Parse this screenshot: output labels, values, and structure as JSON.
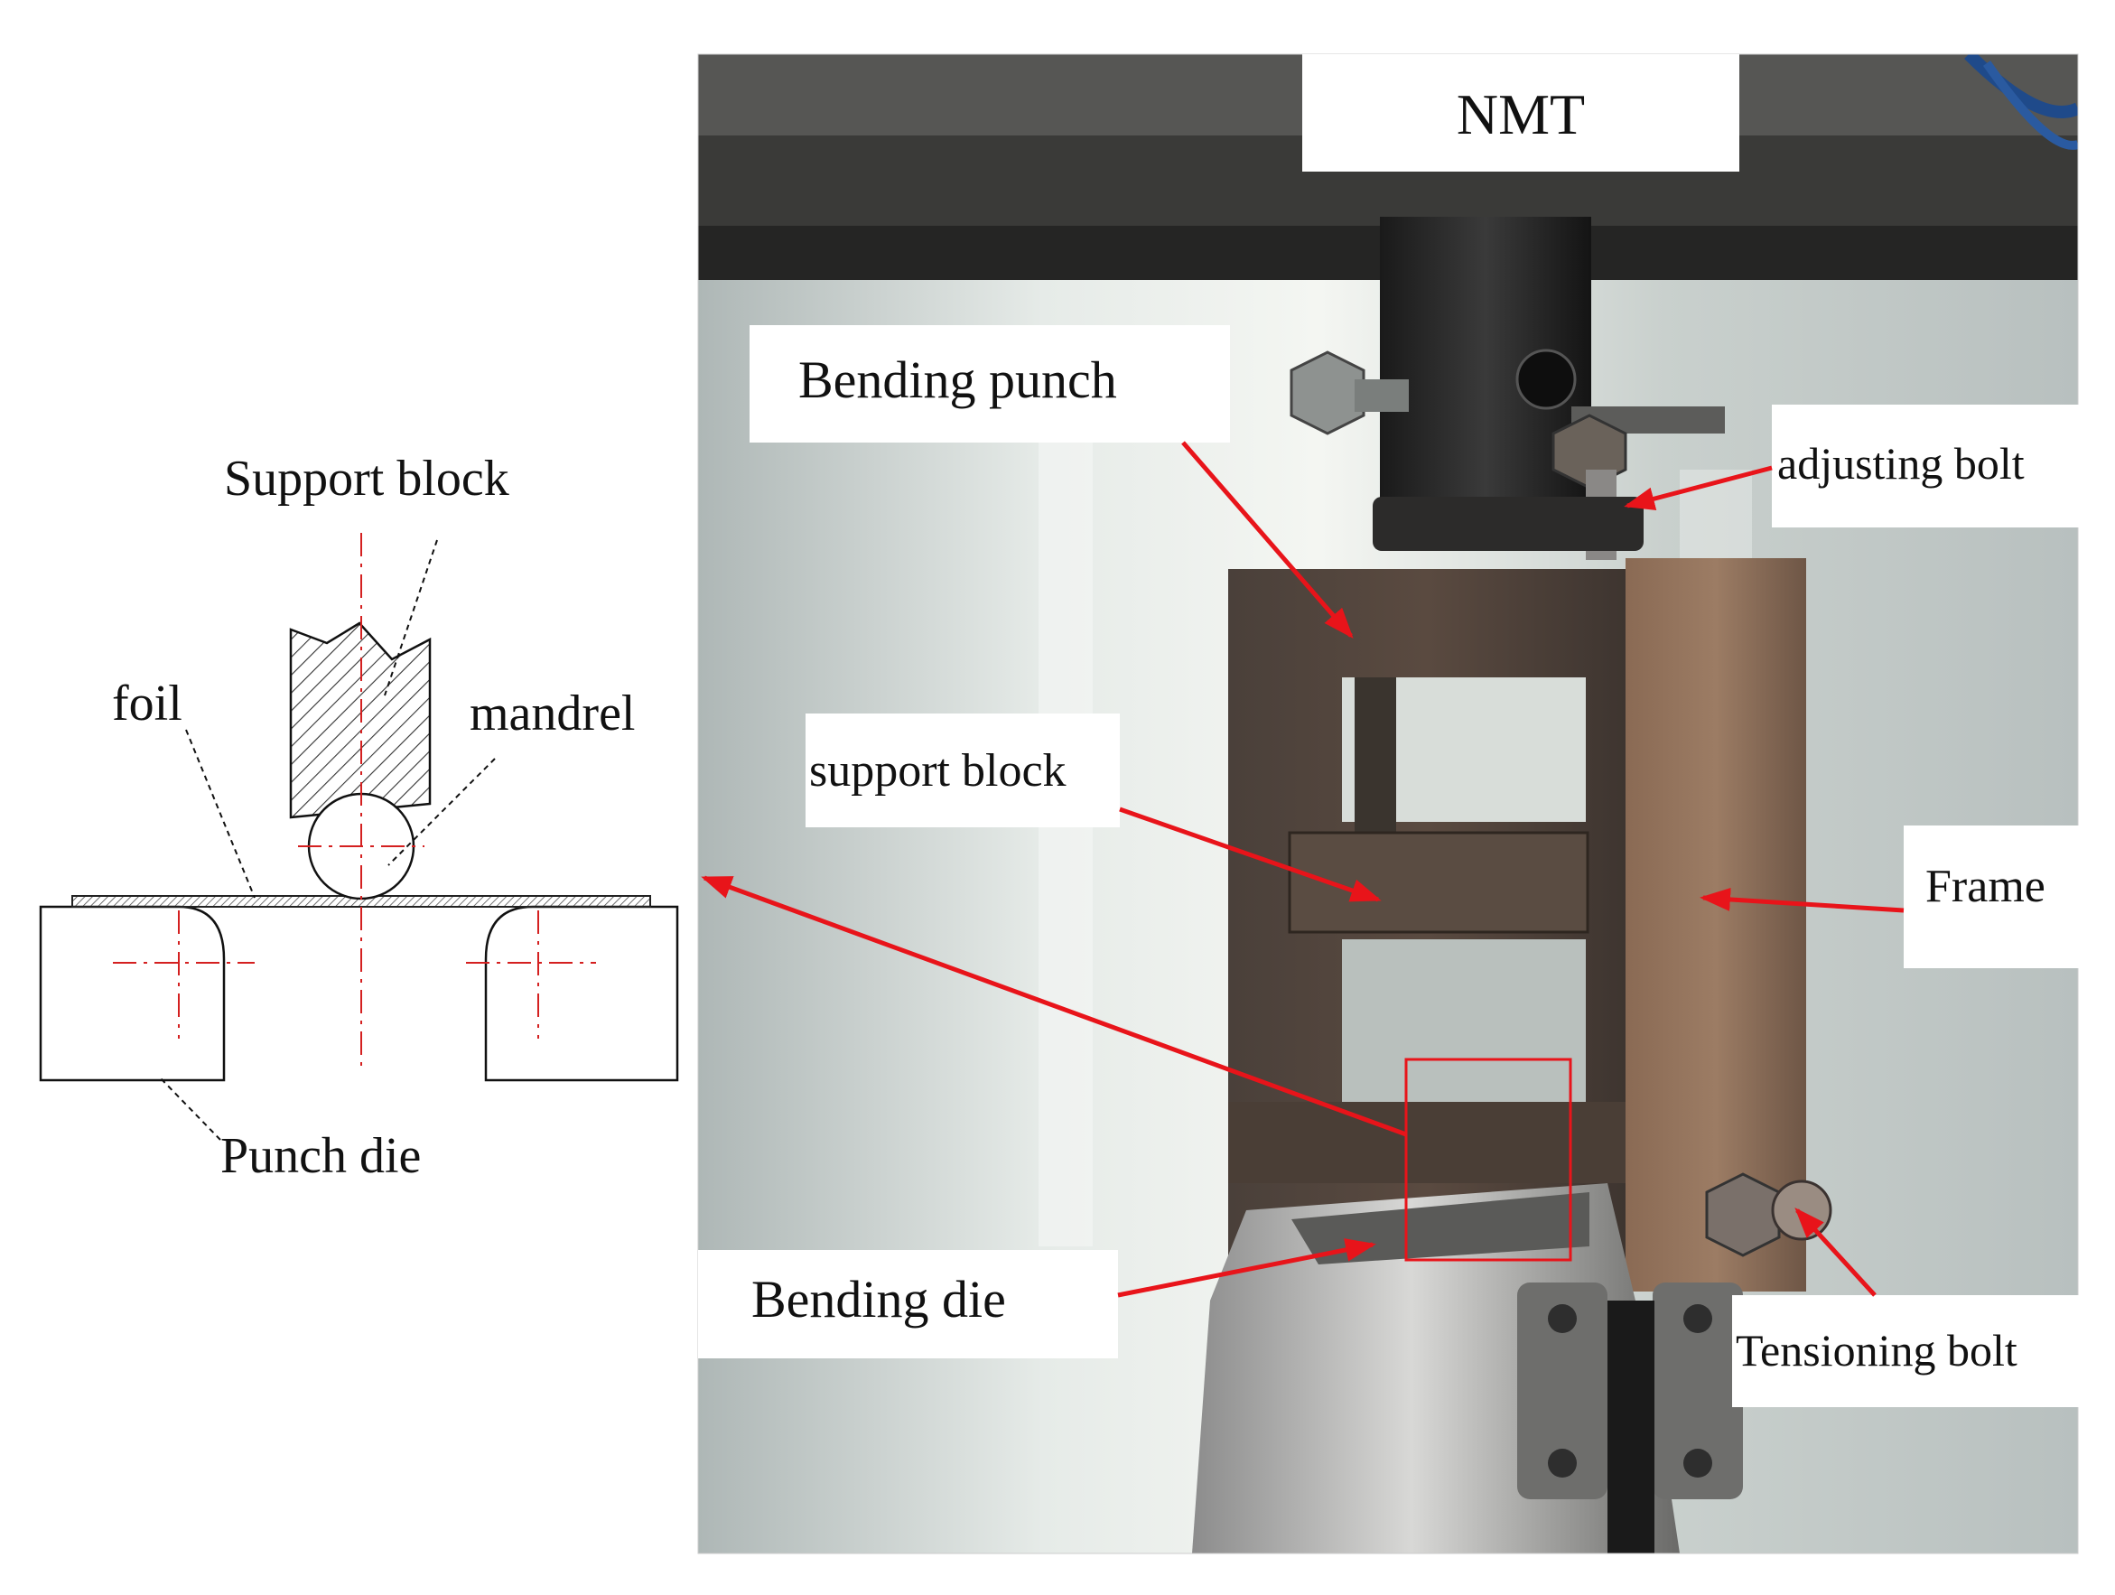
{
  "schematic": {
    "labels": {
      "support_block": "Support block",
      "foil": "foil",
      "mandrel": "mandrel",
      "punch_die": "Punch die"
    }
  },
  "photo": {
    "title": "NMT",
    "labels": {
      "bending_punch": "Bending punch",
      "adjusting_bolt": "adjusting bolt",
      "support_block": "support block",
      "frame": "Frame",
      "bending_die": "Bending die",
      "tensioning_bolt": "Tensioning bolt"
    }
  },
  "colors": {
    "arrow": "#e8141a",
    "centerline": "#d42020",
    "highlight_box": "#e8141a"
  }
}
